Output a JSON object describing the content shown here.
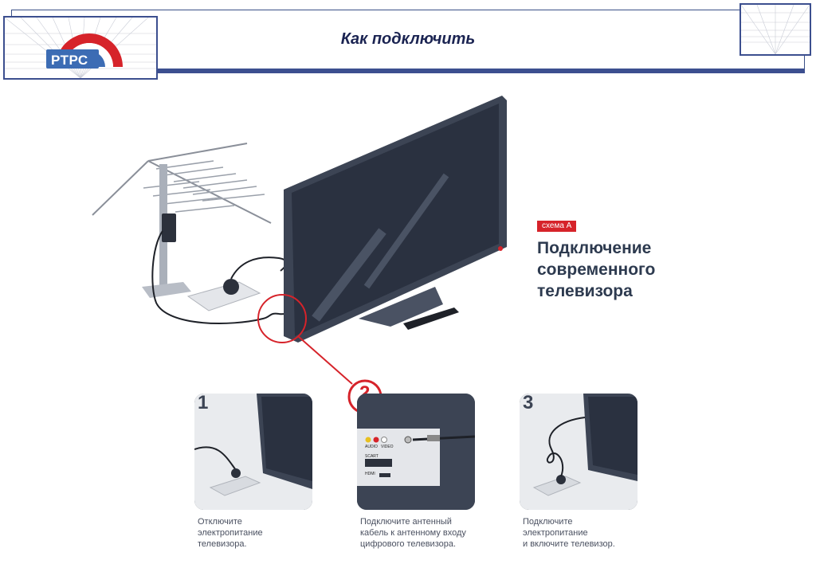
{
  "header": {
    "title": "Как подключить",
    "logo_text": "РТРС"
  },
  "scheme": {
    "tag": "схема А",
    "title_lines": [
      "Подключение",
      "современного",
      "телевизора"
    ]
  },
  "steps": [
    {
      "number": "1",
      "caption_lines": [
        "Отключите",
        "электропитание",
        "телевизора."
      ]
    },
    {
      "number": "2",
      "caption_lines": [
        "Подключите антенный",
        "кабель к антенному входу",
        "цифрового телевизора."
      ]
    },
    {
      "number": "3",
      "caption_lines": [
        "Подключите",
        "электропитание",
        "и включите телевизор."
      ]
    }
  ],
  "colors": {
    "brand_blue": "#3c4f8f",
    "accent_red": "#d6232a",
    "tv_body": "#3c4454"
  }
}
